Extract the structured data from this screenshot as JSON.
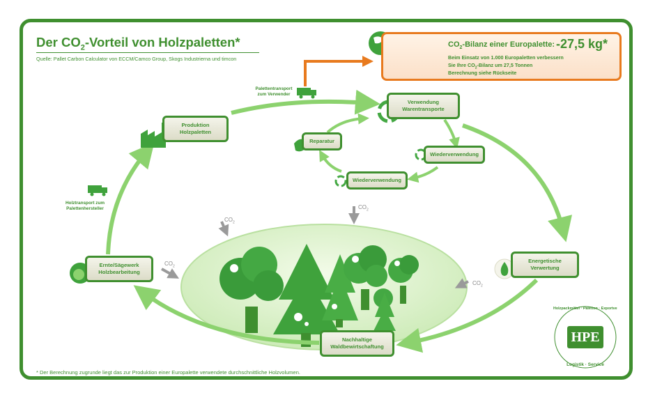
{
  "title": {
    "part1": "Der CO",
    "sub": "2",
    "part2": "-Vorteil von Holzpaletten*"
  },
  "source": "Quelle: Pallet Carbon Calculator von ECCM/Camco Group, Skogs Industrierna und timcon",
  "footnote": "* Der Berechnung zugrunde liegt das zur Produktion einer Europalette verwendete durchschnittliche Holzvolumen.",
  "balance": {
    "title_part1": "CO",
    "title_sub": "2",
    "title_part2": "-Bilanz einer Europalette:",
    "value": "-27,5 kg*",
    "line1": "Beim Einsatz von 1.000 Europaletten verbessern",
    "line2_part1": "Sie Ihre CO",
    "line2_sub": "2",
    "line2_part2": "-Bilanz um 27,5 Tonnen",
    "line3": "Berechnung siehe Rückseite"
  },
  "stages": {
    "produktion": {
      "line1": "Produktion",
      "line2": "Holzpaletten"
    },
    "verwendung": {
      "line1": "Verwendung",
      "line2": "Warentransporte"
    },
    "reparatur": {
      "line1": "Reparatur"
    },
    "wieder1": {
      "line1": "Wiederverwendung"
    },
    "wieder2": {
      "line1": "Wiederverwendung"
    },
    "energie": {
      "line1": "Energetische",
      "line2": "Verwertung"
    },
    "wald": {
      "line1": "Nachhaltige",
      "line2": "Waldbewirtschaftung"
    },
    "ernte": {
      "line1": "Ernte/Sägewerk",
      "line2": "Holzbearbeitung"
    }
  },
  "transport": {
    "paletten": {
      "line1": "Palettentransport",
      "line2": "zum Verwender"
    },
    "holz": {
      "line1": "Holztransport zum",
      "line2": "Palettenhersteller"
    }
  },
  "co2_label": {
    "text": "CO",
    "sub": "2"
  },
  "logo": {
    "letters": "HPE",
    "ring_top": "Holzpackmittel · Paletten · Exportverpackung",
    "ring_bottom": "Logistik · Service"
  },
  "colors": {
    "green": "#3f8f2f",
    "light_green": "#8cd26e",
    "orange": "#e87a1e"
  }
}
